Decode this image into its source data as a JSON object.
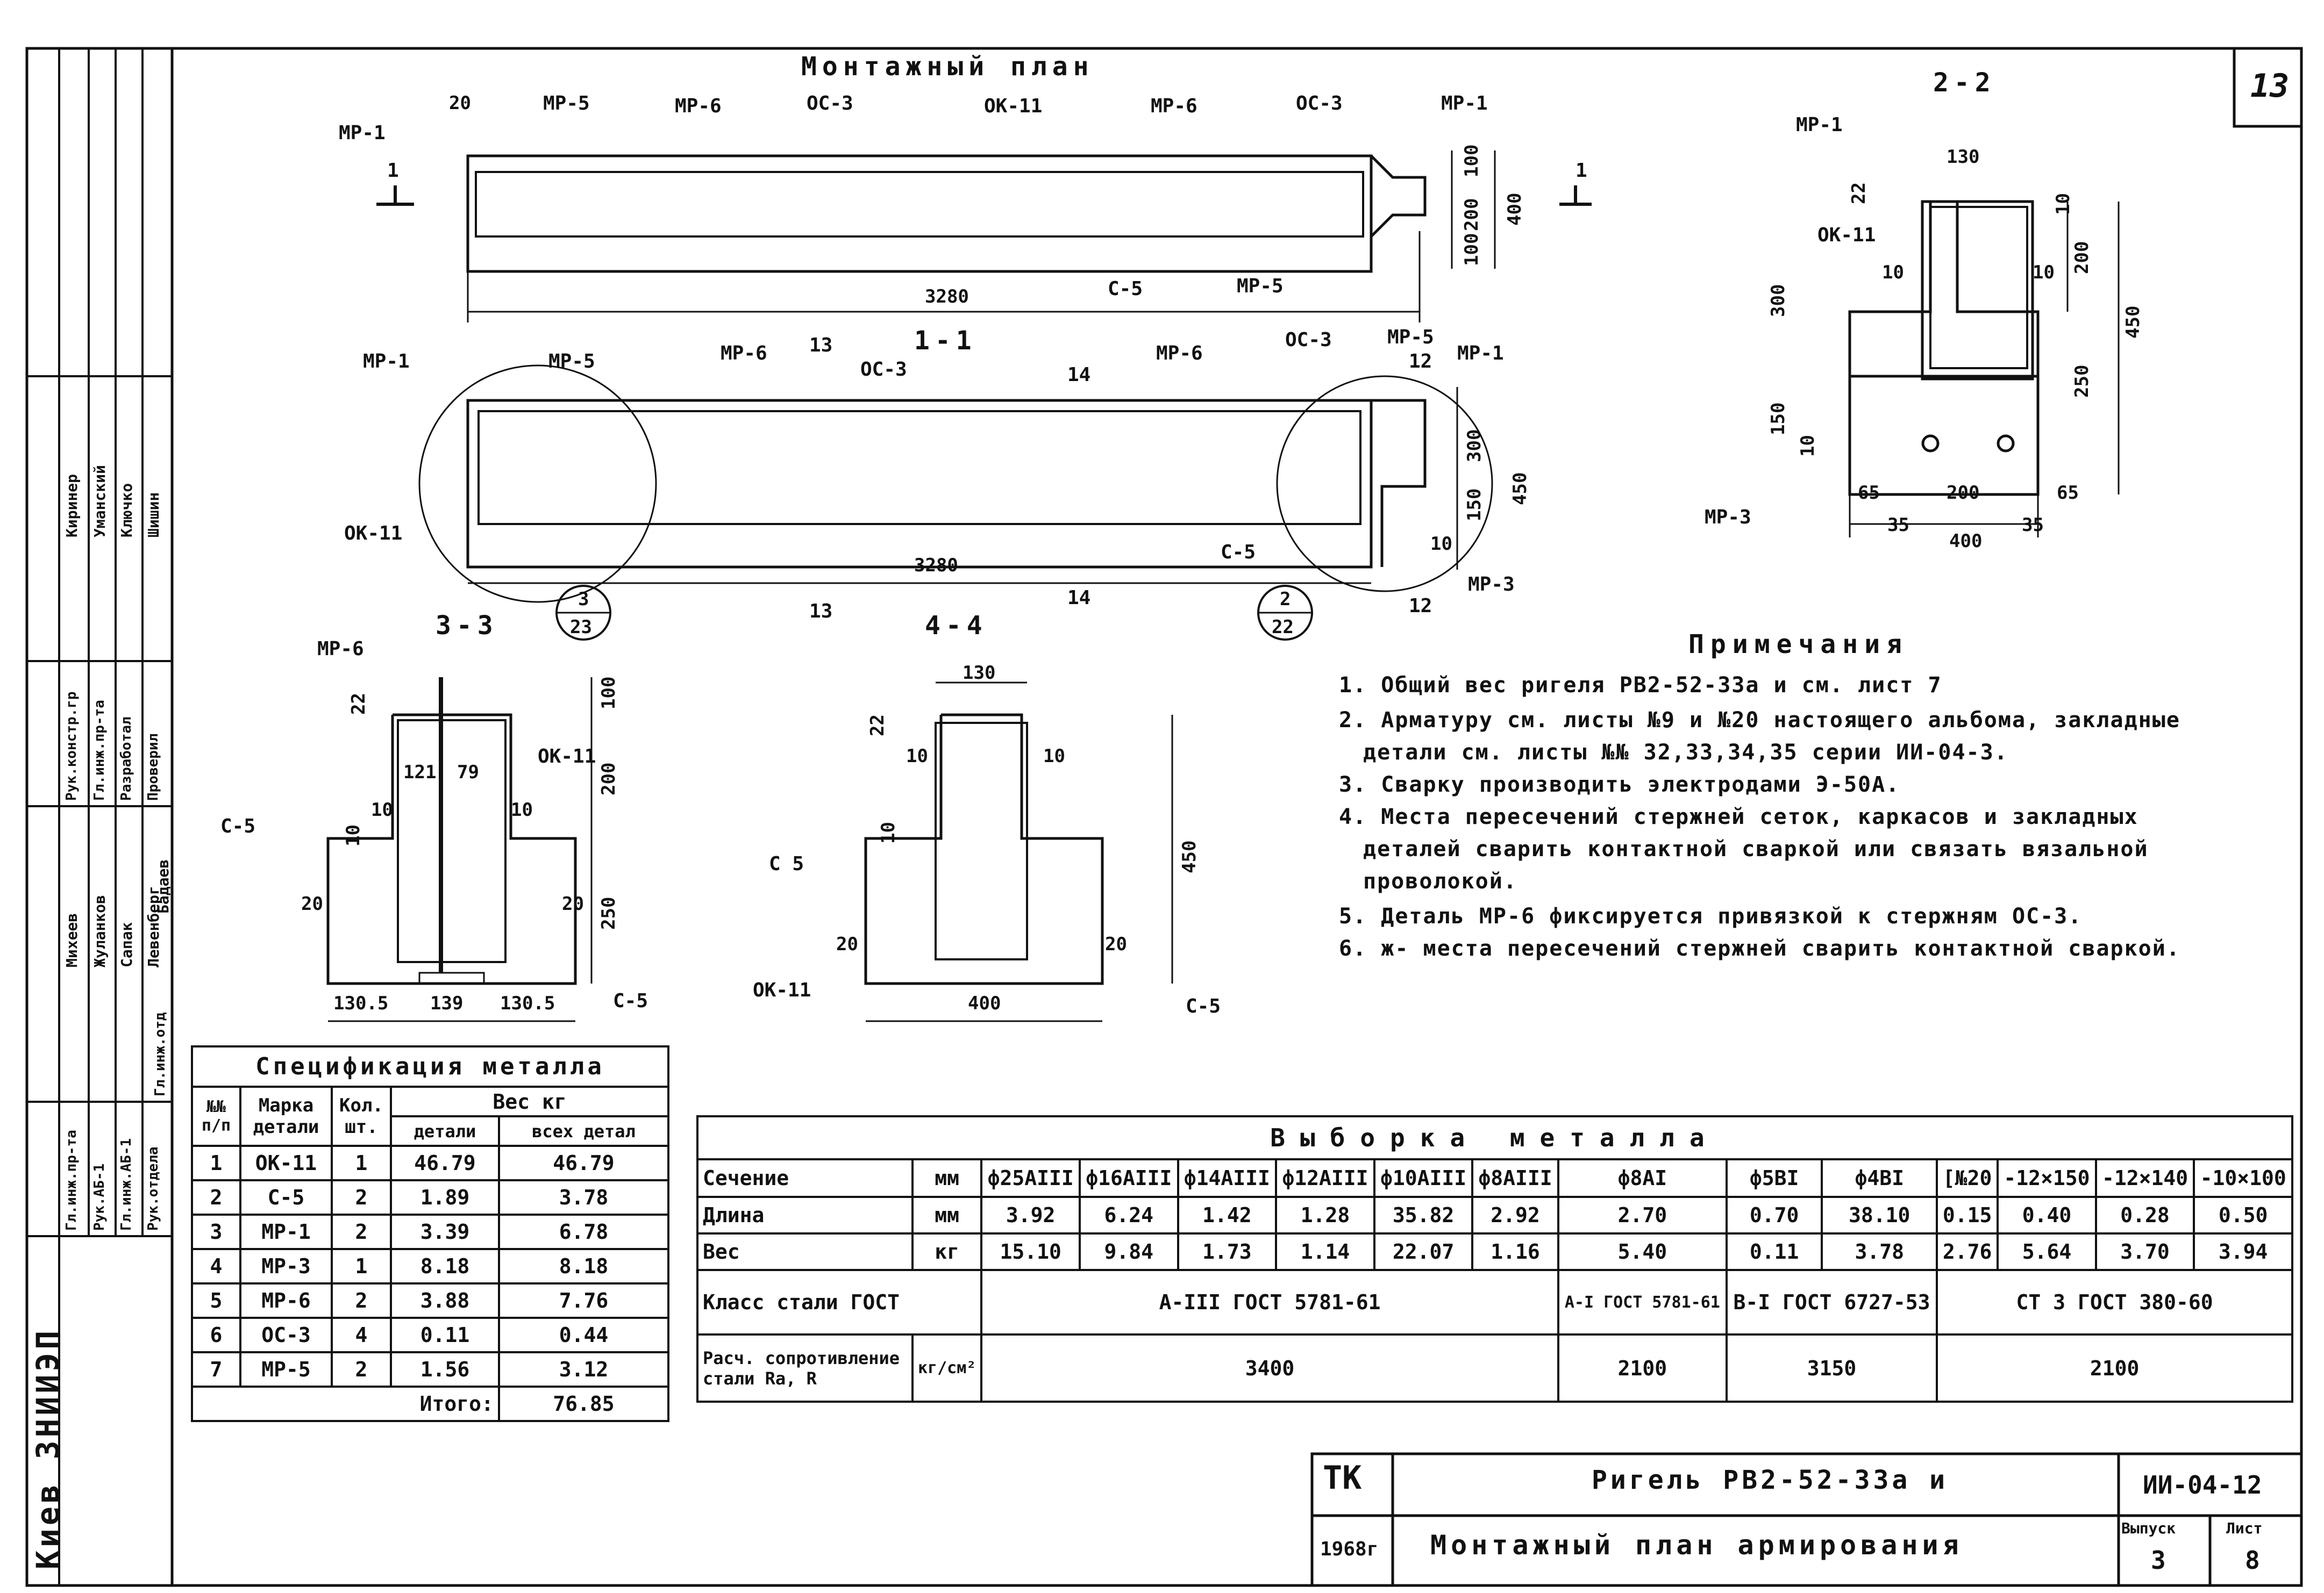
{
  "sheet_number": "13",
  "main": {
    "mounting_plan_title": "Монтажный план",
    "labels": [
      "МР-1",
      "МР-5",
      "МР-6",
      "ОС-3",
      "ОК-11",
      "МР-6",
      "ОС-3",
      "МР-1"
    ],
    "dim_20": "20",
    "dims_right": [
      "100",
      "200",
      "100",
      "400"
    ],
    "bottom_labels": [
      "С-5",
      "МР-5"
    ],
    "length": "3280",
    "section_mark": "1"
  },
  "section_1_1": {
    "title": "1-1",
    "labels": [
      "МР-1",
      "МР-5",
      "МР-6",
      "ОС-3",
      "МР-6",
      "ОС-3",
      "МР-5",
      "МР-1",
      "ОК-11",
      "С-5",
      "МР-3"
    ],
    "cut_marks": [
      "13",
      "14",
      "12",
      "13",
      "14",
      "12"
    ],
    "dims_right": [
      "300",
      "150",
      "450",
      "10"
    ],
    "length": "3280",
    "callout_left": {
      "num": "3",
      "sheet": "23"
    },
    "callout_right": {
      "num": "2",
      "sheet": "22"
    }
  },
  "section_2_2": {
    "title": "2-2",
    "labels": [
      "МР-1",
      "ОК-11",
      "МР-3"
    ],
    "dims": [
      "130",
      "22",
      "10",
      "10",
      "10",
      "300",
      "150",
      "10",
      "200",
      "250",
      "450",
      "65",
      "200",
      "65",
      "35",
      "35",
      "400"
    ]
  },
  "section_3_3": {
    "title": "3-3",
    "labels": [
      "МР-6",
      "ОК-11",
      "С-5",
      "С-5"
    ],
    "dims": [
      "100",
      "200",
      "250",
      "22",
      "121",
      "79",
      "10",
      "10",
      "20",
      "20",
      "10",
      "130.5",
      "139",
      "130.5"
    ]
  },
  "section_4_4": {
    "title": "4-4",
    "labels": [
      "С 5",
      "ОК-11",
      "С-5"
    ],
    "dims": [
      "130",
      "22",
      "10",
      "10",
      "450",
      "10",
      "20",
      "20",
      "400"
    ]
  },
  "notes": {
    "heading": "Примечания",
    "items": [
      "1. Общий вес ригеля РВ2-52-33а и см. лист 7",
      "2. Арматуру см. листы №9 и №20 настоящего альбома, закладные",
      "детали см. листы №№ 32,33,34,35 серии ИИ-04-3.",
      "3. Сварку производить электродами Э-50А.",
      "4. Места пересечений стержней сеток, каркасов и закладных",
      "деталей сварить контактной сваркой или связать вязальной",
      "проволокой.",
      "5. Деталь МР-6 фиксируется привязкой к стержням ОС-3.",
      "6. ж- места пересечений стержней сварить контактной сваркой."
    ]
  },
  "spec": {
    "title": "Спецификация металла",
    "headers": {
      "num": "№№ п/п",
      "mark": "Марка детали",
      "qty": "Кол. шт.",
      "weight": "Вес кг",
      "per_item": "детали",
      "total": "всех детал"
    },
    "rows": [
      [
        "1",
        "ОК-11",
        "1",
        "46.79",
        "46.79"
      ],
      [
        "2",
        "С-5",
        "2",
        "1.89",
        "3.78"
      ],
      [
        "3",
        "МР-1",
        "2",
        "3.39",
        "6.78"
      ],
      [
        "4",
        "МР-3",
        "1",
        "8.18",
        "8.18"
      ],
      [
        "5",
        "МР-6",
        "2",
        "3.88",
        "7.76"
      ],
      [
        "6",
        "ОС-3",
        "4",
        "0.11",
        "0.44"
      ],
      [
        "7",
        "МР-5",
        "2",
        "1.56",
        "3.12"
      ]
    ],
    "total_label": "Итого:",
    "total_value": "76.85"
  },
  "selection": {
    "title": "Выборка металла",
    "row_labels": {
      "section": "Сечение",
      "length": "Длина",
      "weight": "Вес",
      "steel_class": "Класс стали ГОСТ",
      "resistance": "Расч. сопротивление стали Ra, R"
    },
    "units": {
      "section": "мм",
      "length": "мм",
      "weight": "кг",
      "resistance": "кг/см²"
    },
    "columns": [
      "ф25АIII",
      "ф16АIII",
      "ф14АIII",
      "ф12АIII",
      "ф10АIII",
      "ф8АIII",
      "ф8АI",
      "ф5ВI",
      "ф4ВI",
      "[№20",
      "-12×150",
      "-12×140",
      "-10×100"
    ],
    "lengths": [
      "3.92",
      "6.24",
      "1.42",
      "1.28",
      "35.82",
      "2.92",
      "2.70",
      "0.70",
      "38.10",
      "0.15",
      "0.40",
      "0.28",
      "0.50"
    ],
    "weights": [
      "15.10",
      "9.84",
      "1.73",
      "1.14",
      "22.07",
      "1.16",
      "5.40",
      "0.11",
      "3.78",
      "2.76",
      "5.64",
      "3.70",
      "3.94"
    ],
    "class_groups": [
      {
        "text": "A-III ГОСТ 5781-61",
        "span": 6
      },
      {
        "text": "A-I ГОСТ 5781-61",
        "span": 1
      },
      {
        "text": "В-I ГОСТ 6727-53",
        "span": 2
      },
      {
        "text": "СТ 3 ГОСТ 380-60",
        "span": 4
      }
    ],
    "resistance_groups": [
      {
        "text": "3400",
        "span": 6
      },
      {
        "text": "2100",
        "span": 1
      },
      {
        "text": "3150",
        "span": 2
      },
      {
        "text": "2100",
        "span": 4
      }
    ]
  },
  "title_block": {
    "org": "ТК",
    "year": "1968г",
    "element": "Ригель РВ2-52-33а и",
    "sheet_title": "Монтажный план армирования",
    "series": "ИИ-04-12",
    "issue_label": "Выпуск",
    "issue": "3",
    "sheet_label": "Лист",
    "sheet": "8"
  },
  "side_stamp": {
    "city": "Киев ЗНИИЭП",
    "roles": [
      "Гл.инж.пр-та",
      "Рук.АБ-1",
      "Гл.инж.АБ-1",
      "Рук.отдела",
      "Гл.инж.отд",
      "Рук.констр.гр",
      "Гл.инж.пр-та",
      "Разработал",
      "Проверил"
    ],
    "names": [
      "Михеев",
      "Жуланков",
      "Сапак",
      "Левенберг",
      "Бадаев",
      "Киринер",
      "Уманский",
      "Ключко",
      "Шишин"
    ]
  }
}
